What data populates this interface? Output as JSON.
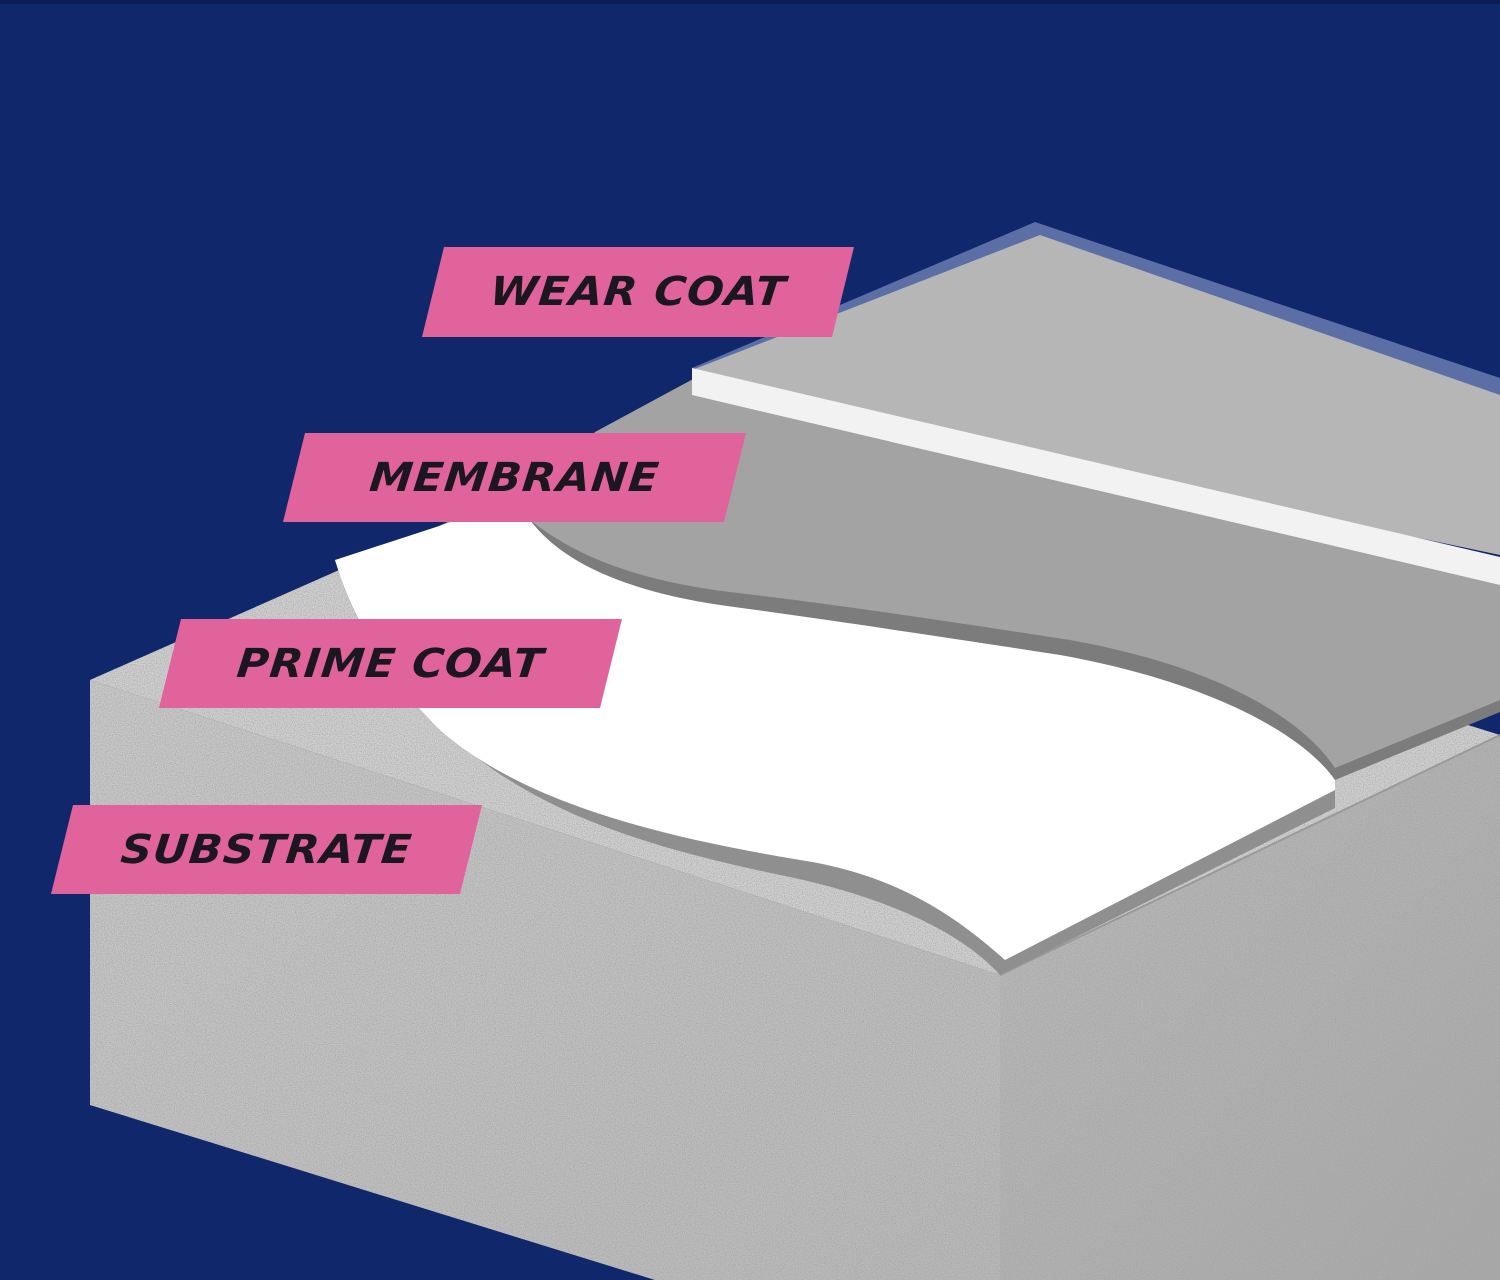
{
  "labels": {
    "wear_coat": "WEAR COAT",
    "membrane": "MEMBRANE",
    "prime_coat": "PRIME COAT",
    "substrate": "SUBSTRATE"
  },
  "colors": {
    "background": "#10286b",
    "label_fill": "#e0649b",
    "label_text": "#1b1620",
    "wear_coat": "#b4b4b4",
    "membrane": "#a0a0a0",
    "prime_coat": "#ffffff",
    "substrate": "#cfcfcf"
  }
}
